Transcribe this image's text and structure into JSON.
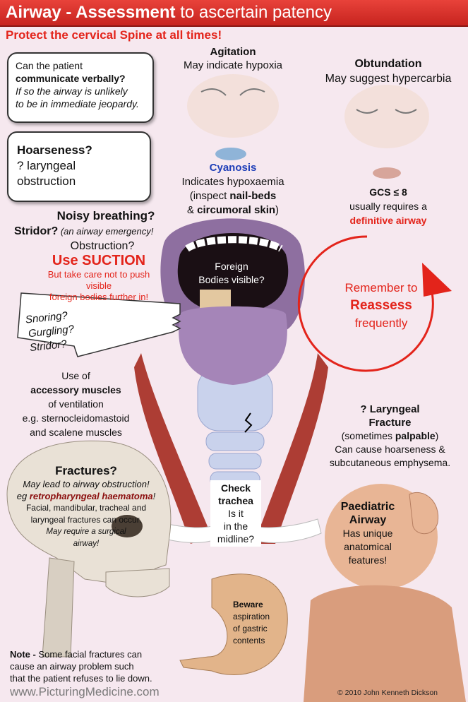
{
  "title": {
    "bold": "Airway - Assessment",
    "rest": " to ascertain patency"
  },
  "subtitle": "Protect the cervical Spine at all times!",
  "bubble_verbal": {
    "line1": "Can the patient",
    "bold": "communicate verbally?",
    "italic1": "If so the airway is unlikely",
    "italic2": "to be in immediate jeopardy."
  },
  "bubble_hoarse": {
    "bold": "Hoarseness?",
    "line2": "? laryngeal",
    "line3": "obstruction"
  },
  "agitation": {
    "title": "Agitation",
    "text": "May indicate hypoxia"
  },
  "obtundation": {
    "title": "Obtundation",
    "text": "May suggest hypercarbia"
  },
  "cyanosis": {
    "title": "Cyanosis",
    "line1": "Indicates hypoxaemia",
    "line2a": "(inspect ",
    "line2b": "nail-beds",
    "line3a": "& ",
    "line3b": "circumoral skin",
    "line3c": ")"
  },
  "gcs": {
    "title": "GCS ≤ 8",
    "line1": "usually requires a",
    "line2": "definitive airway"
  },
  "noisy": {
    "line1": "Noisy breathing?",
    "stridor": "Stridor?",
    "stridor_note": " (an airway emergency!",
    "obstruction": "Obstruction?",
    "suction": "Use SUCTION",
    "care1": "But take care not to push visible",
    "care2": "foreign bodies further in!"
  },
  "sounds": [
    "Snoring?",
    "Gurgling?",
    "Stridor?"
  ],
  "foreign": {
    "line1": "Foreign",
    "line2": "Bodies visible?"
  },
  "reassess": {
    "line1": "Remember to",
    "line2": "Reassess",
    "line3": "frequently"
  },
  "accessory": {
    "line1": "Use of",
    "line2": "accessory muscles",
    "line3": "of ventilation",
    "line4": "e.g. sternocleidomastoid",
    "line5": "and scalene muscles"
  },
  "laryngeal": {
    "line1": "? Laryngeal",
    "line2": "Fracture",
    "line3a": "(sometimes ",
    "line3b": "palpable",
    "line3c": ")",
    "line4": "Can cause hoarseness &",
    "line5": "subcutaneous emphysema."
  },
  "fractures": {
    "title": "Fractures?",
    "line1": "May lead to airway obstruction!",
    "line2a": "eg ",
    "line2b": "retropharyngeal haematoma",
    "line2c": "!",
    "line3": "Facial, mandibular, tracheal and",
    "line4": "laryngeal fractures can occur.",
    "line5": "May require a surgical",
    "line6": "airway!"
  },
  "trachea": {
    "line1": "Check",
    "line2": "trachea",
    "line3": "Is it",
    "line4": "in the",
    "line5": "midline?"
  },
  "paediatric": {
    "line1": "Paediatric",
    "line2": "Airway",
    "line3": "Has unique",
    "line4": "anatomical",
    "line5": "features!"
  },
  "gastric": {
    "line1": "Beware",
    "line2": "aspiration",
    "line3": "of gastric",
    "line4": "contents"
  },
  "note": {
    "bold": "Note -",
    "line1": " Some facial fractures can",
    "line2": "cause an airway problem such",
    "line3": "that the patient refuses to lie down."
  },
  "footer_site": "www.PicturingMedicine.com",
  "footer_copyright": "© 2010 John Kenneth Dickson",
  "colors": {
    "accent_red": "#e3241b",
    "title_bg": "#d83027",
    "cyanosis_blue": "#1f3fb8",
    "background": "#f6e8ef"
  }
}
